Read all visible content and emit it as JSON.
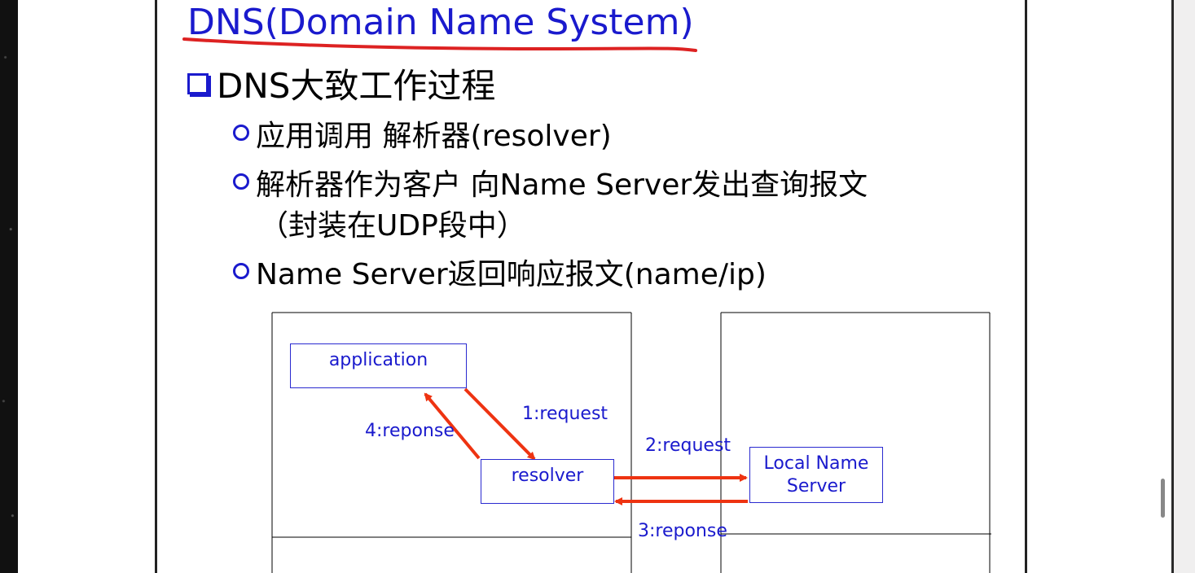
{
  "slide": {
    "title": "DNS(Domain Name System)",
    "bullet": "DNS大致工作过程",
    "subbullets": [
      "应用调用 解析器(resolver)",
      "解析器作为客户 向Name Server发出查询报文",
      "（封装在UDP段中）",
      "Name Server返回响应报文(name/ip)"
    ]
  },
  "diagram": {
    "boxes": {
      "application": "application",
      "resolver": "resolver",
      "local_name_server_line1": "Local Name",
      "local_name_server_line2": "Server"
    },
    "arrows": {
      "step1": "1:request",
      "step2": "2:request",
      "step3": "3:reponse",
      "step4": "4:reponse"
    }
  },
  "colors": {
    "text_blue": "#1a1acd",
    "arrow_red": "#ee3311",
    "underline_red": "#dd2222"
  }
}
